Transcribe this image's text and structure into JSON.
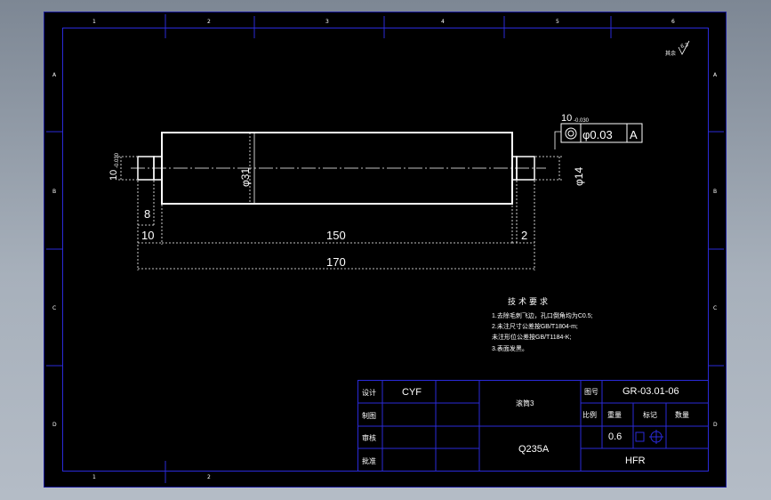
{
  "frame": {
    "zones_top": [
      "1",
      "2",
      "3",
      "4",
      "5",
      "6"
    ],
    "zones_bottom": [
      "1",
      "2"
    ],
    "zones_left": [
      "A",
      "B",
      "C",
      "D"
    ],
    "zones_right": [
      "A",
      "B",
      "C",
      "D"
    ]
  },
  "roughness": {
    "label": "其余",
    "value": "6.3"
  },
  "dimensions": {
    "total_length": "170",
    "body_length": "150",
    "left_step": "10",
    "right_step": "2",
    "left_groove": "8",
    "body_diameter": "φ31",
    "shaft_diameter": "φ14",
    "left_shaft_tol": "10",
    "left_shaft_tol_small": "-0.030",
    "right_shaft_tol": "10",
    "right_shaft_tol_small": "-0.030"
  },
  "tolerance_frame": {
    "symbol": "◎",
    "value": "φ0.03",
    "datum": "A"
  },
  "notes": {
    "title": "技术要求",
    "items": [
      "1.去除毛刺飞边，孔口倒角均为C0.5;",
      "2.未注尺寸公差按GB/T1804-m;",
      "  未注形位公差按GB/T1184-K;",
      "3.表面发黑。"
    ]
  },
  "title_block": {
    "designer_label": "设计",
    "designer": "CYF",
    "drafter_label": "制图",
    "checker_label": "审核",
    "approver_label": "批准",
    "part_name": "滚筒3",
    "material": "Q235A",
    "drawing_no_label": "图号",
    "drawing_no": "GR-03.01-06",
    "scale_label": "比例",
    "weight_label": "重量",
    "mark_label": "标记",
    "qty_label": "数量",
    "weight": "0.6",
    "company": "HFR"
  }
}
